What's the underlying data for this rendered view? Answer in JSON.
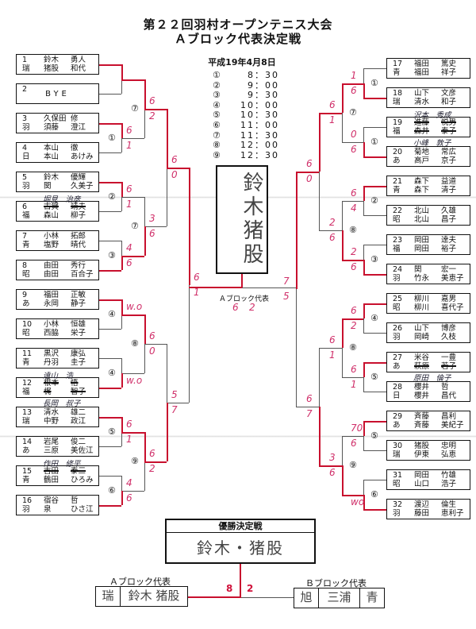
{
  "header": {
    "title": "第２２回羽村オープンテニス大会",
    "subtitle": "Ａブロック代表決定戦",
    "date": "平成19年4月8日",
    "schedule": [
      {
        "match": "①",
        "time": "8：30"
      },
      {
        "match": "②",
        "time": "9：00"
      },
      {
        "match": "③",
        "time": "9：30"
      },
      {
        "match": "④",
        "time": "10：00"
      },
      {
        "match": "⑤",
        "time": "10：30"
      },
      {
        "match": "⑥",
        "time": "11：00"
      },
      {
        "match": "⑦",
        "time": "11：30"
      },
      {
        "match": "⑧",
        "time": "12：00"
      },
      {
        "match": "⑨",
        "time": "12：30"
      }
    ]
  },
  "left": {
    "entries": [
      {
        "no": "1",
        "club": "瑞",
        "p1": [
          "鈴木",
          "勇人"
        ],
        "p2": [
          "猪股",
          "和代"
        ]
      },
      {
        "no": "2",
        "bye": "BYE"
      },
      {
        "no": "3",
        "club": "羽",
        "p1": [
          "久保田",
          "修"
        ],
        "p2": [
          "須藤",
          "澄江"
        ]
      },
      {
        "no": "4",
        "club": "日",
        "p1": [
          "本山",
          "徹"
        ],
        "p2": [
          "本山",
          "あけみ"
        ]
      },
      {
        "no": "5",
        "club": "羽",
        "p1": [
          "鈴木",
          "優輝"
        ],
        "p2": [
          "関",
          "久美子"
        ]
      },
      {
        "no": "6",
        "club": "福",
        "p1": [
          "古賀",
          "靖夫"
        ],
        "p2": [
          "森山",
          "柳子"
        ],
        "s1": true,
        "h1": "堀見　治彦"
      },
      {
        "no": "7",
        "club": "青",
        "p1": [
          "小林",
          "拓郎"
        ],
        "p2": [
          "塩野",
          "晴代"
        ]
      },
      {
        "no": "8",
        "club": "昭",
        "p1": [
          "由田",
          "秀行"
        ],
        "p2": [
          "由田",
          "百合子"
        ]
      },
      {
        "no": "9",
        "club": "あ",
        "p1": [
          "福田",
          "正敏"
        ],
        "p2": [
          "永岡",
          "静子"
        ]
      },
      {
        "no": "10",
        "club": "昭",
        "p1": [
          "小林",
          "恒雄"
        ],
        "p2": [
          "西脇",
          "栄子"
        ]
      },
      {
        "no": "11",
        "club": "青",
        "p1": [
          "黒沢",
          "康弘"
        ],
        "p2": [
          "丹羽",
          "圭子"
        ]
      },
      {
        "no": "12",
        "club": "福",
        "p1": [
          "根本",
          "悟"
        ],
        "p2": [
          "梶",
          "智子"
        ],
        "s1": true,
        "s2": true,
        "h1": "遠山　浩",
        "h2": "長岡　叔子"
      },
      {
        "no": "13",
        "club": "瑞",
        "p1": [
          "清水",
          "雄二"
        ],
        "p2": [
          "中野",
          "政江"
        ]
      },
      {
        "no": "14",
        "club": "あ",
        "p1": [
          "岩尾",
          "俊二"
        ],
        "p2": [
          "三原",
          "美佐江"
        ]
      },
      {
        "no": "15",
        "club": "青",
        "p1": [
          "吉田",
          "泰三"
        ],
        "p2": [
          "鶴田",
          "ひろみ"
        ],
        "s1": true,
        "h1": "作田　修平"
      },
      {
        "no": "16",
        "club": "羽",
        "p1": [
          "宿谷",
          "哲"
        ],
        "p2": [
          "泉",
          "ひさ江"
        ]
      }
    ],
    "rounds": [
      [
        {
          "label": "",
          "top": "",
          "bottom": "",
          "winner": "top"
        },
        {
          "label": "①",
          "top": "6",
          "bottom": "1",
          "winner": "top"
        },
        {
          "label": "②",
          "top": "6",
          "bottom": "1",
          "winner": "top"
        },
        {
          "label": "③",
          "top": "4",
          "bottom": "6",
          "winner": "bottom"
        },
        {
          "label": "④",
          "top": "w.o",
          "bottom": "",
          "winner": "top"
        },
        {
          "label": "④",
          "top": "",
          "bottom": "w.o",
          "winner": "bottom"
        },
        {
          "label": "⑤",
          "top": "6",
          "bottom": "1",
          "winner": "top"
        },
        {
          "label": "⑥",
          "top": "4",
          "bottom": "6",
          "winner": "bottom"
        }
      ],
      [
        {
          "label": "⑦",
          "top": "6",
          "bottom": "2",
          "winner": "top"
        },
        {
          "label": "⑦",
          "top": "3",
          "bottom": "6",
          "winner": "bottom"
        },
        {
          "label": "⑧",
          "top": "6",
          "bottom": "0",
          "winner": "top"
        },
        {
          "label": "⑨",
          "top": "6",
          "bottom": "2",
          "winner": "top"
        }
      ],
      [
        {
          "label": "",
          "top": "6",
          "bottom": "0",
          "winner": "top"
        },
        {
          "label": "",
          "top": "5",
          "bottom": "7",
          "winner": "bottom"
        }
      ],
      [
        {
          "label": "",
          "top": "6",
          "bottom": "1",
          "winner": "top"
        }
      ]
    ]
  },
  "right": {
    "entries": [
      {
        "no": "17",
        "club": "青",
        "p1": [
          "福田",
          "篤史"
        ],
        "p2": [
          "福田",
          "祥子"
        ]
      },
      {
        "no": "18",
        "club": "瑞",
        "p1": [
          "山下",
          "文彦"
        ],
        "p2": [
          "清水",
          "和子"
        ]
      },
      {
        "no": "19",
        "club": "福",
        "p1": [
          "進藤",
          "悦男"
        ],
        "p2": [
          "森井",
          "泰子"
        ],
        "s1": true,
        "s2": true,
        "h1": "沢本　秀成",
        "h2": "小峰　敦子"
      },
      {
        "no": "20",
        "club": "あ",
        "p1": [
          "菊地",
          "常広"
        ],
        "p2": [
          "高戸",
          "京子"
        ]
      },
      {
        "no": "21",
        "club": "青",
        "p1": [
          "森下",
          "益道"
        ],
        "p2": [
          "森下",
          "清子"
        ]
      },
      {
        "no": "22",
        "club": "昭",
        "p1": [
          "北山",
          "久雄"
        ],
        "p2": [
          "北山",
          "昌子"
        ]
      },
      {
        "no": "23",
        "club": "福",
        "p1": [
          "岡田",
          "達夫"
        ],
        "p2": [
          "岡田",
          "裕子"
        ]
      },
      {
        "no": "24",
        "club": "羽",
        "p1": [
          "関",
          "宏一"
        ],
        "p2": [
          "竹永",
          "美恵子"
        ]
      },
      {
        "no": "25",
        "club": "昭",
        "p1": [
          "柳川",
          "嘉男"
        ],
        "p2": [
          "柳川",
          "喜代子"
        ]
      },
      {
        "no": "26",
        "club": "羽",
        "p1": [
          "山下",
          "博彦"
        ],
        "p2": [
          "岡崎",
          "久枝"
        ]
      },
      {
        "no": "27",
        "club": "あ",
        "p1": [
          "米谷",
          "一豊"
        ],
        "p2": [
          "萩原",
          "若子"
        ],
        "s2": true,
        "h2": "原田　倫子"
      },
      {
        "no": "28",
        "club": "日",
        "p1": [
          "櫻井",
          "哲"
        ],
        "p2": [
          "櫻井",
          "昌代"
        ]
      },
      {
        "no": "29",
        "club": "あ",
        "p1": [
          "斉藤",
          "昌利"
        ],
        "p2": [
          "斉藤",
          "美紀子"
        ]
      },
      {
        "no": "30",
        "club": "瑞",
        "p1": [
          "猪股",
          "忠明"
        ],
        "p2": [
          "伊東",
          "弘恵"
        ]
      },
      {
        "no": "31",
        "club": "昭",
        "p1": [
          "岡田",
          "竹雄"
        ],
        "p2": [
          "山口",
          "浩子"
        ]
      },
      {
        "no": "32",
        "club": "羽",
        "p1": [
          "渡辺",
          "倫生"
        ],
        "p2": [
          "藤田",
          "恵利子"
        ]
      }
    ],
    "rounds": [
      [
        {
          "label": "①",
          "top": "1",
          "bottom": "6",
          "winner": "bottom"
        },
        {
          "label": "①",
          "top": "0",
          "bottom": "6",
          "winner": "bottom"
        },
        {
          "label": "②",
          "top": "6",
          "bottom": "4",
          "winner": "top"
        },
        {
          "label": "③",
          "top": "2",
          "bottom": "6",
          "winner": "bottom"
        },
        {
          "label": "④",
          "top": "6",
          "bottom": "2",
          "winner": "top"
        },
        {
          "label": "⑤",
          "top": "6",
          "bottom": "1",
          "winner": "top"
        },
        {
          "label": "⑤",
          "top": "70",
          "bottom": "6",
          "winner": "top"
        },
        {
          "label": "⑥",
          "top": "",
          "bottom": "wo",
          "winner": "bottom"
        }
      ],
      [
        {
          "label": "⑦",
          "top": "6",
          "bottom": "1",
          "winner": "top"
        },
        {
          "label": "⑧",
          "top": "2",
          "bottom": "6",
          "winner": "bottom"
        },
        {
          "label": "⑧",
          "top": "6",
          "bottom": "1",
          "winner": "top"
        },
        {
          "label": "⑨",
          "top": "3",
          "bottom": "6",
          "winner": "bottom"
        }
      ],
      [
        {
          "label": "",
          "top": "6",
          "bottom": "0",
          "winner": "top"
        },
        {
          "label": "",
          "top": "6",
          "bottom": "7",
          "winner": "bottom"
        }
      ],
      [
        {
          "label": "",
          "top": "7",
          "bottom": "5",
          "winner": "top"
        }
      ]
    ]
  },
  "block_final": {
    "winner_name": "鈴木猪股",
    "label": "Ａブロック代表",
    "score_left": "6",
    "score_right": "2"
  },
  "championship": {
    "title": "優勝決定戦",
    "winner_name": "鈴木・猪股",
    "a_label": "Ａブロック代表",
    "a_club": "瑞",
    "a_name": "鈴木 猪股",
    "b_label": "Ｂブロック代表",
    "b_club_left": "旭",
    "b_name": "三浦",
    "b_club_right": "青",
    "score_a": "8",
    "score_b": "2"
  },
  "colors": {
    "winner_line": "#c8102e",
    "line": "#555555",
    "score": "#d0306a"
  }
}
